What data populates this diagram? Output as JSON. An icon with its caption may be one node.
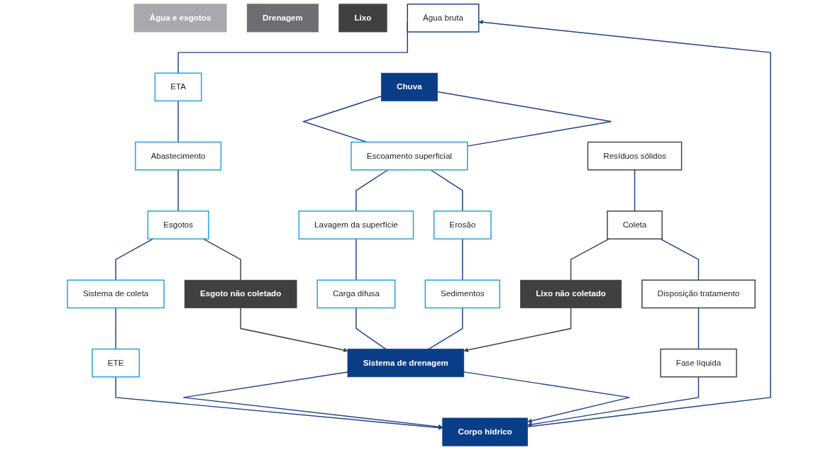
{
  "diagram": {
    "nodes": [
      {
        "text": [
          "Água e esgotos"
        ]
      },
      {
        "text": [
          "Drenagem"
        ]
      },
      {
        "text": [
          "Lixo"
        ]
      },
      {
        "text": [
          "Água bruta"
        ]
      },
      {
        "text": [
          "ETA"
        ]
      },
      {
        "text": [
          "Abastecimento"
        ]
      },
      {
        "text": [
          "Esgotos"
        ]
      },
      {
        "text": [
          "Sistema de coleta"
        ]
      },
      {
        "text": [
          "ETE"
        ]
      },
      {
        "text": [
          "Esgoto não coletado"
        ]
      },
      {
        "text": [
          "Chuva"
        ]
      },
      {
        "text": [
          "Escoamento superficial"
        ]
      },
      {
        "text": [
          "Lavagem da superfície"
        ]
      },
      {
        "text": [
          "Erosão"
        ]
      },
      {
        "text": [
          "Carga difusa"
        ]
      },
      {
        "text": [
          "Sedimentos"
        ]
      },
      {
        "text": [
          "Sistema de drenagem"
        ]
      },
      {
        "text": [
          "Lixo não coletado"
        ]
      },
      {
        "text": [
          "Resíduos sólidos"
        ]
      },
      {
        "text": [
          "Coleta"
        ]
      },
      {
        "text": [
          "Disposição tratamento"
        ]
      },
      {
        "text": [
          "Fase líquida"
        ]
      },
      {
        "text": [
          "Corpo hídrico"
        ]
      }
    ],
    "edges": [
      {
        "from": 3,
        "to": 4,
        "arrow": "none"
      },
      {
        "from": 4,
        "to": 5,
        "arrow": "none"
      },
      {
        "from": 5,
        "to": 6,
        "arrow": "none"
      },
      {
        "from": 6,
        "to": 7,
        "arrow": "none"
      },
      {
        "from": 7,
        "to": 8,
        "arrow": "none"
      },
      {
        "from": 8,
        "to": 22,
        "arrow": "to"
      },
      {
        "from": 22,
        "to": 3,
        "arrow": "to"
      },
      {
        "from": 6,
        "to": 9,
        "arrow": "none",
        "color": "#404040"
      },
      {
        "from": 9,
        "to": 16,
        "arrow": "to",
        "color": "#404040"
      },
      {
        "from": 10,
        "to": 11,
        "arrow": "none"
      },
      {
        "from": 10,
        "to": 11,
        "arrow": "none"
      },
      {
        "from": 11,
        "to": 12,
        "arrow": "none"
      },
      {
        "from": 11,
        "to": 13,
        "arrow": "none"
      },
      {
        "from": 12,
        "to": 14,
        "arrow": "none"
      },
      {
        "from": 13,
        "to": 15,
        "arrow": "none"
      },
      {
        "from": 14,
        "to": 16,
        "arrow": "none"
      },
      {
        "from": 15,
        "to": 16,
        "arrow": "none"
      },
      {
        "from": 16,
        "to": 22,
        "arrow": "to"
      },
      {
        "from": 16,
        "to": 22,
        "arrow": "to"
      },
      {
        "from": 19,
        "to": 17,
        "arrow": "none",
        "color": "#404040"
      },
      {
        "from": 17,
        "to": 16,
        "arrow": "to",
        "color": "#404040"
      },
      {
        "from": 18,
        "to": 19,
        "arrow": "none"
      },
      {
        "from": 19,
        "to": 20,
        "arrow": "none"
      },
      {
        "from": 20,
        "to": 21,
        "arrow": "none"
      },
      {
        "from": 21,
        "to": 22,
        "arrow": "to"
      }
    ]
  }
}
